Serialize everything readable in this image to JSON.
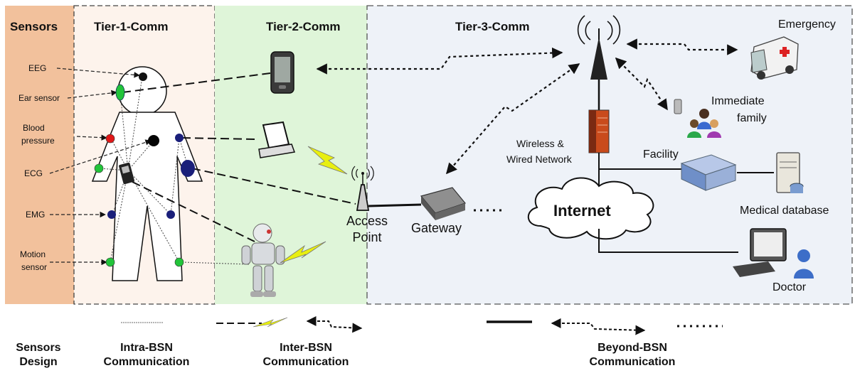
{
  "headers": {
    "sensors": "Sensors",
    "tier1": "Tier-1-Comm",
    "tier2": "Tier-2-Comm",
    "tier3": "Tier-3-Comm"
  },
  "sensor_labels": {
    "eeg": "EEG",
    "ear": "Ear sensor",
    "blood1": "Blood",
    "blood2": "pressure",
    "ecg": "ECG",
    "emg": "EMG",
    "motion1": "Motion",
    "motion2": "sensor"
  },
  "network": {
    "access_point1": "Access",
    "access_point2": "Point",
    "gateway": "Gateway",
    "internet": "Internet",
    "wireless1": "Wireless &",
    "wireless2": "Wired Network",
    "facility": "Facility",
    "emergency": "Emergency",
    "family1": "Immediate",
    "family2": "family",
    "medical_db": "Medical database",
    "doctor": "Doctor"
  },
  "legend": {
    "sensors_design1": "Sensors",
    "sensors_design2": "Design",
    "intra1": "Intra-BSN",
    "intra2": "Communication",
    "inter1": "Inter-BSN",
    "inter2": "Communication",
    "beyond1": "Beyond-BSN",
    "beyond2": "Communication"
  },
  "colors": {
    "sensors_band": "#f2c19c",
    "tier1_bg": "#fdf3ec",
    "tier2_bg": "#dff5d9",
    "tier3_bg": "#eef2f8",
    "sensor_green": "#22c43a",
    "sensor_navy": "#1a1f7a",
    "sensor_red": "#e01818",
    "lightning": "#e8ef10"
  }
}
